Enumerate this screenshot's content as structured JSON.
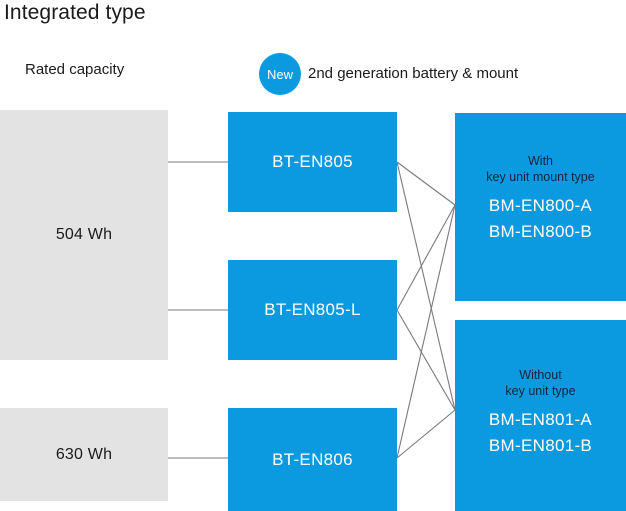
{
  "title": "Integrated type",
  "headers": {
    "left": "Rated capacity",
    "badge": "New",
    "right": "2nd generation battery & mount"
  },
  "capacities": [
    {
      "label": "504 Wh"
    },
    {
      "label": "630 Wh"
    }
  ],
  "batteries": [
    {
      "label": "BT-EN805"
    },
    {
      "label": "BT-EN805-L"
    },
    {
      "label": "BT-EN806"
    }
  ],
  "mounts": [
    {
      "sub_line1": "With",
      "sub_line2": "key unit mount type",
      "code1": "BM-EN800-A",
      "code2": "BM-EN800-B"
    },
    {
      "sub_line1": "Without",
      "sub_line2": "key unit type",
      "code1": "BM-EN801-A",
      "code2": "BM-EN801-B"
    }
  ],
  "colors": {
    "accent_blue": "#0b9ae0",
    "gray_box": "#e3e3e3",
    "line": "#7a7a7a",
    "text_dark": "#1a1a1a",
    "text_navy": "#10253c"
  }
}
